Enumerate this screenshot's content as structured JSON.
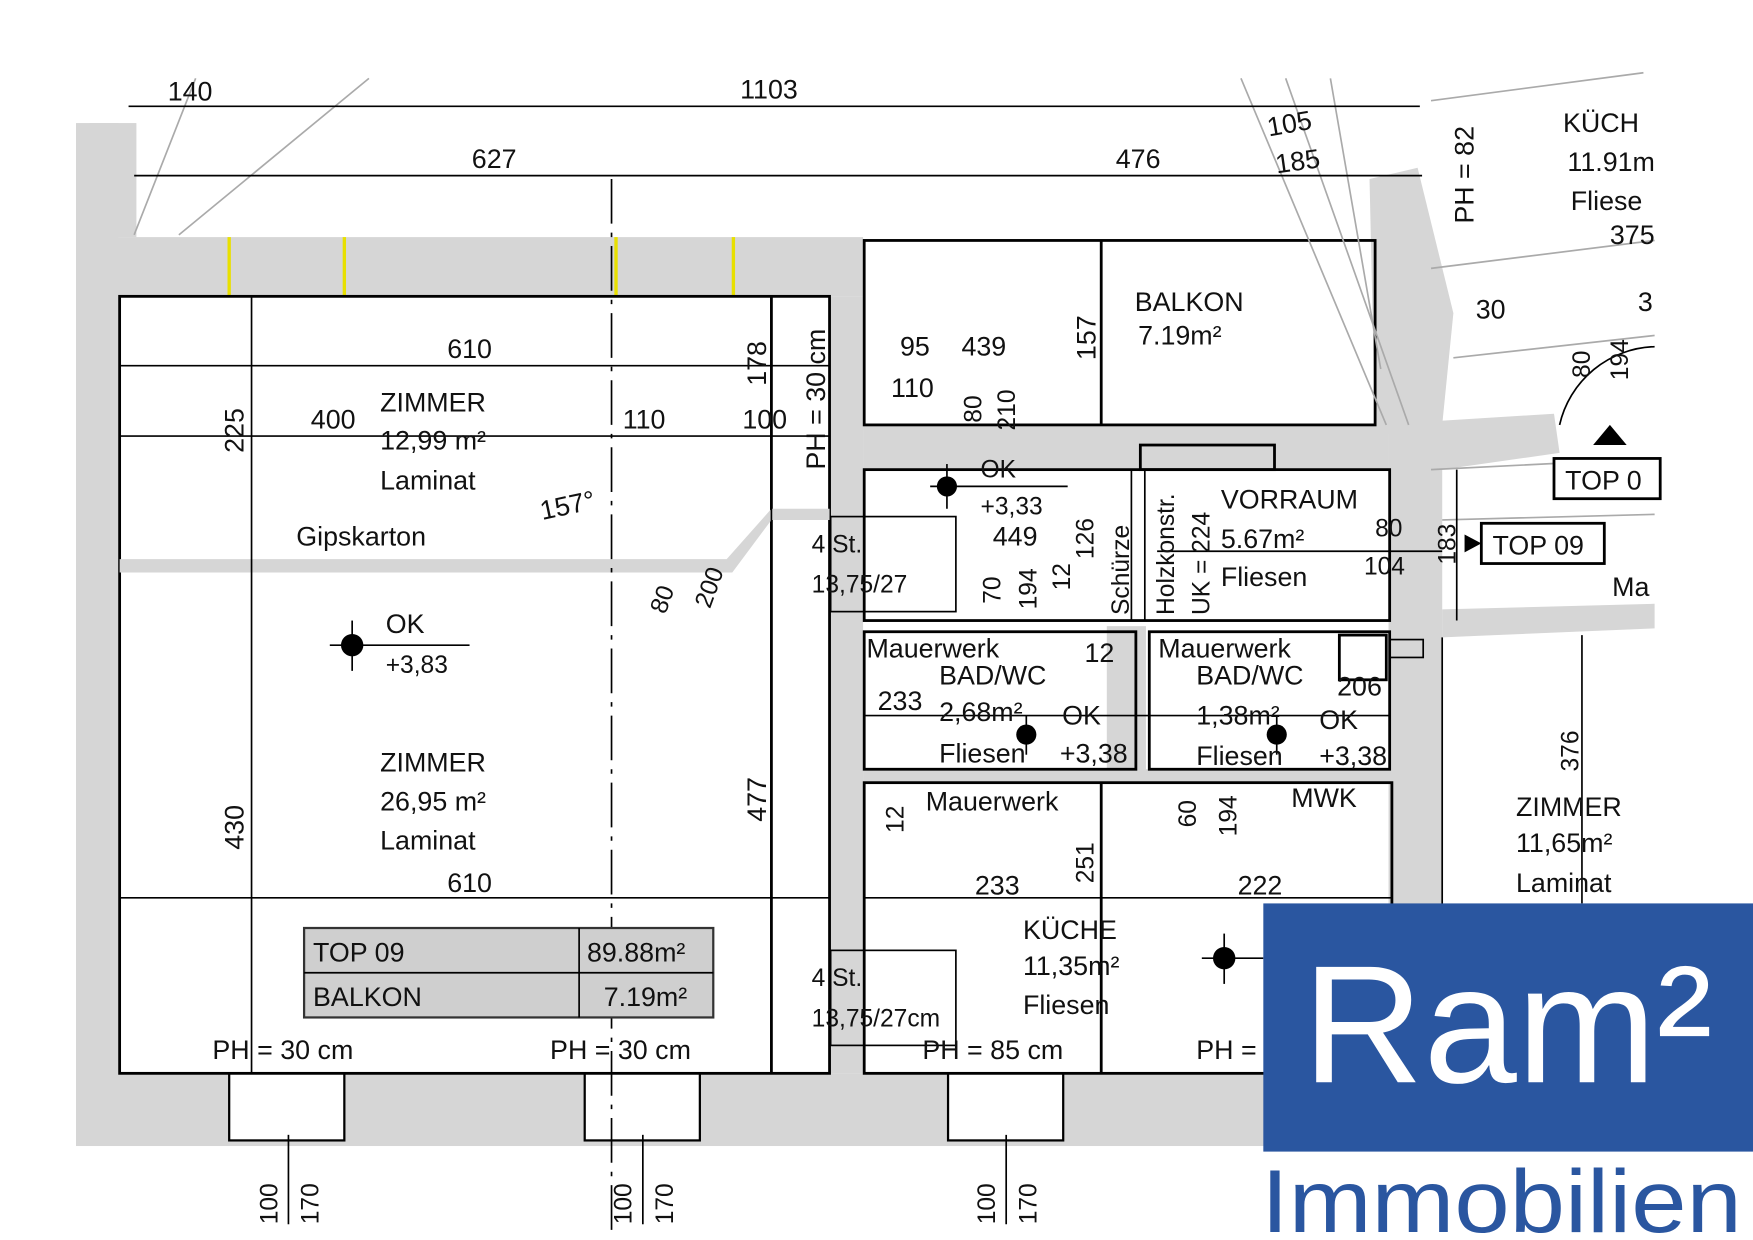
{
  "dimensions_top": [
    "140",
    "1103",
    "627",
    "476",
    "105",
    "185",
    "PH = 82"
  ],
  "upper_room": {
    "dim_width": "610",
    "name": "ZIMMER",
    "dim_left": "400",
    "area": "12,99 m²",
    "dim_mid": "110",
    "dim_right": "100",
    "floor": "Laminat",
    "dim_height": "225",
    "dim_side": "178",
    "ph": "PH = 30 cm"
  },
  "balcony": {
    "name": "BALKON",
    "area": "7.19m²",
    "dims": [
      "95",
      "439",
      "110",
      "80",
      "210",
      "157"
    ]
  },
  "partition": {
    "label": "Gipskarton",
    "angle": "157°",
    "door_dims": [
      "80",
      "200"
    ]
  },
  "level_main": {
    "label": "OK",
    "value": "+3,83"
  },
  "level_hall": {
    "label": "OK",
    "value": "+3,33",
    "dim": "449"
  },
  "stairs_top": {
    "count": "4 St.",
    "ratio": "13,75/27"
  },
  "hall_dims": [
    "70",
    "194",
    "12",
    "126"
  ],
  "hall_notes": [
    "Schürze",
    "Holzkonstr.",
    "UK = 224"
  ],
  "vorraum": {
    "name": "VORRAUM",
    "area": "5.67m²",
    "floor": "Fliesen",
    "dims": [
      "80",
      "104",
      "183"
    ]
  },
  "neighbour": {
    "tags": [
      "TOP 09",
      "TOP 0"
    ],
    "texts": [
      "Ma",
      "KÜCH",
      "11.91m",
      "Fliese",
      "375",
      "30",
      "3",
      "80",
      "194"
    ]
  },
  "bath1": {
    "wall": "Mauerwerk",
    "name": "BAD/WC",
    "dim": "233",
    "area": "2,68m²",
    "ok": "OK",
    "floor": "Fliesen",
    "level": "+3,38",
    "dim2": "12"
  },
  "bath2": {
    "wall": "Mauerwerk",
    "name": "BAD/WC",
    "dim": "206",
    "area": "1,38m²",
    "ok": "OK",
    "floor": "Fliesen",
    "level": "+3,38"
  },
  "mid_labels": [
    "12",
    "Mauerwerk",
    "251",
    "60",
    "194",
    "MWK"
  ],
  "main_room": {
    "name": "ZIMMER",
    "area": "26,95 m²",
    "floor": "Laminat",
    "dim_height": "430",
    "dim_side": "477",
    "dim_width": "610"
  },
  "kitchen_dims": [
    "233",
    "222"
  ],
  "right_room": {
    "dim": "376",
    "name": "ZIMMER",
    "area": "11,65m²",
    "floor": "Laminat"
  },
  "kitchen": {
    "name": "KÜCHE",
    "area": "11,35m²",
    "floor": "Fliesen",
    "stairs_count": "4 St.",
    "stairs_ratio": "13,75/27cm"
  },
  "summary_table": [
    {
      "label": "TOP 09",
      "value": "89.88m²"
    },
    {
      "label": "BALKON",
      "value": "7.19m²"
    }
  ],
  "ph_labels": [
    "PH = 30 cm",
    "PH = 30 cm",
    "PH = 85 cm",
    "PH ="
  ],
  "window_dims": [
    "100",
    "170",
    "100",
    "170",
    "100",
    "170"
  ],
  "logo": {
    "main": "Ram²",
    "sub": "Immobilien",
    "color": "#2a56a0"
  }
}
